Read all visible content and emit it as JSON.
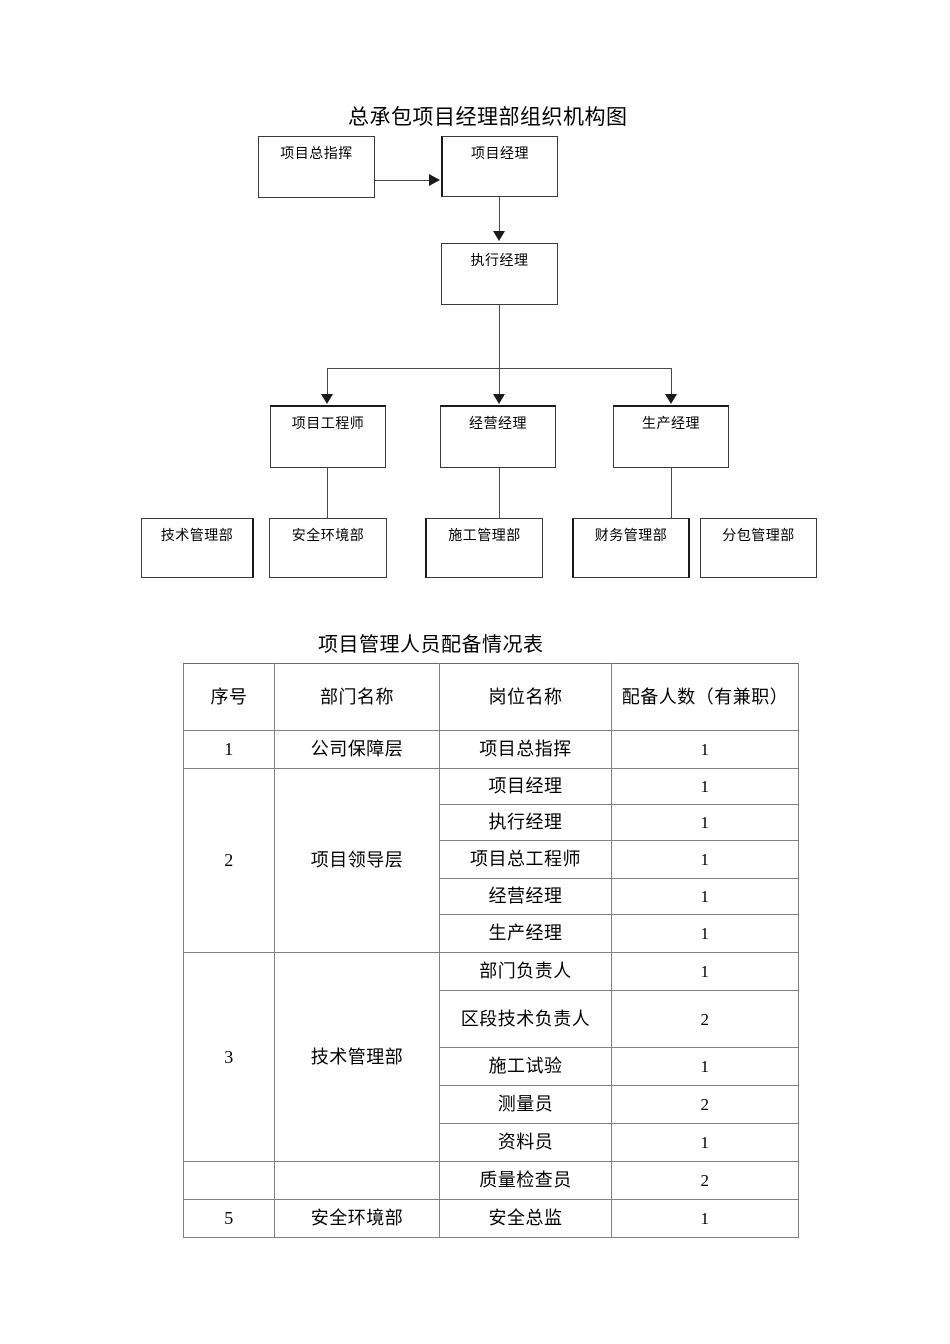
{
  "org_chart": {
    "title": "总承包项目经理部组织机构图",
    "nodes": {
      "general_commander": "项目总指挥",
      "project_manager": "项目经理",
      "executive_manager": "执行经理",
      "project_engineer": "项目工程师",
      "operations_manager": "经营经理",
      "production_manager": "生产经理",
      "dept_technical": "技术管理部",
      "dept_safety": "安全环境部",
      "dept_construction": "施工管理部",
      "dept_finance": "财务管理部",
      "dept_subcontract": "分包管理部"
    }
  },
  "staffing_table": {
    "title": "项目管理人员配备情况表",
    "columns": [
      "序号",
      "部门名称",
      "岗位名称",
      "配备人数（有兼职）"
    ],
    "rows": [
      {
        "seq": "1",
        "dept": "公司保障层",
        "role": "项目总指挥",
        "count": "1"
      },
      {
        "seq": "2",
        "dept": "项目领导层",
        "role": "项目经理",
        "count": "1"
      },
      {
        "seq": "",
        "dept": "",
        "role": "执行经理",
        "count": "1"
      },
      {
        "seq": "",
        "dept": "",
        "role": "项目总工程师",
        "count": "1"
      },
      {
        "seq": "",
        "dept": "",
        "role": "经营经理",
        "count": "1"
      },
      {
        "seq": "",
        "dept": "",
        "role": "生产经理",
        "count": "1"
      },
      {
        "seq": "3",
        "dept": "技术管理部",
        "role": "部门负责人",
        "count": "1"
      },
      {
        "seq": "",
        "dept": "",
        "role": "区段技术负责人",
        "count": "2"
      },
      {
        "seq": "",
        "dept": "",
        "role": "施工试验",
        "count": "1"
      },
      {
        "seq": "",
        "dept": "",
        "role": "测量员",
        "count": "2"
      },
      {
        "seq": "",
        "dept": "",
        "role": "资料员",
        "count": "1"
      },
      {
        "seq": "",
        "dept": "",
        "role": "质量检查员",
        "count": "2"
      },
      {
        "seq": "5",
        "dept": "安全环境部",
        "role": "安全总监",
        "count": "1"
      }
    ]
  }
}
